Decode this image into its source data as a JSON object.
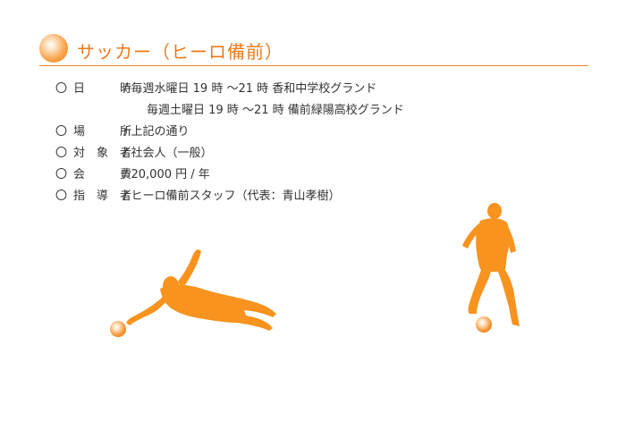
{
  "header": {
    "title": "サッカー（ヒーロ備前）"
  },
  "info": [
    {
      "mark": "〇",
      "label": "日　　　時",
      "value": "/ 毎週水曜日 19 時 ～21 時  香和中学校グランド"
    },
    {
      "mark": "",
      "label": "",
      "value": "毎週土曜日 19 時 ～21 時  備前緑陽高校グランド"
    },
    {
      "mark": "〇",
      "label": "場　　　所",
      "value": "/ 上記の通り"
    },
    {
      "mark": "〇",
      "label": "対　象　者",
      "value": "/ 社会人（一般）"
    },
    {
      "mark": "〇",
      "label": "会　　　費",
      "value": "/ 20,000 円 / 年"
    },
    {
      "mark": "〇",
      "label": "指　導　者",
      "value": "/ ヒーロ備前スタッフ（代表：青山孝樹）"
    }
  ],
  "colors": {
    "accent": "#f07a1a",
    "silhouette": "#f7931e"
  }
}
